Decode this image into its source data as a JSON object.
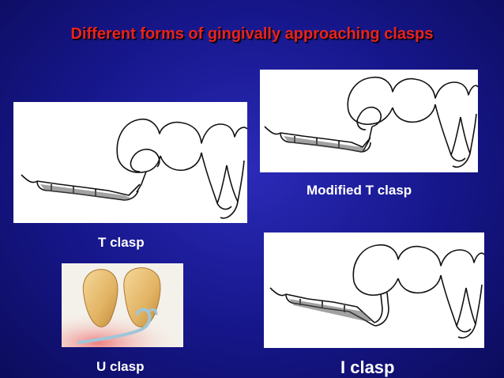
{
  "slide": {
    "title": "Different forms of gingivally approaching clasps",
    "captions": {
      "t_clasp": "T clasp",
      "modified_t_clasp": "Modified T clasp",
      "u_clasp": "U clasp",
      "i_clasp": "I clasp"
    }
  },
  "colors": {
    "title": "#e8231e",
    "caption": "#ffffff",
    "background": "#16168a"
  },
  "illustrations": [
    {
      "name": "t-clasp-drawing",
      "icon": "t-clasp-line-drawing"
    },
    {
      "name": "modified-t-clasp-drawing",
      "icon": "modified-t-clasp-line-drawing"
    },
    {
      "name": "u-clasp-drawing",
      "icon": "u-clasp-color-illustration"
    },
    {
      "name": "i-clasp-drawing",
      "icon": "i-clasp-line-drawing"
    }
  ]
}
